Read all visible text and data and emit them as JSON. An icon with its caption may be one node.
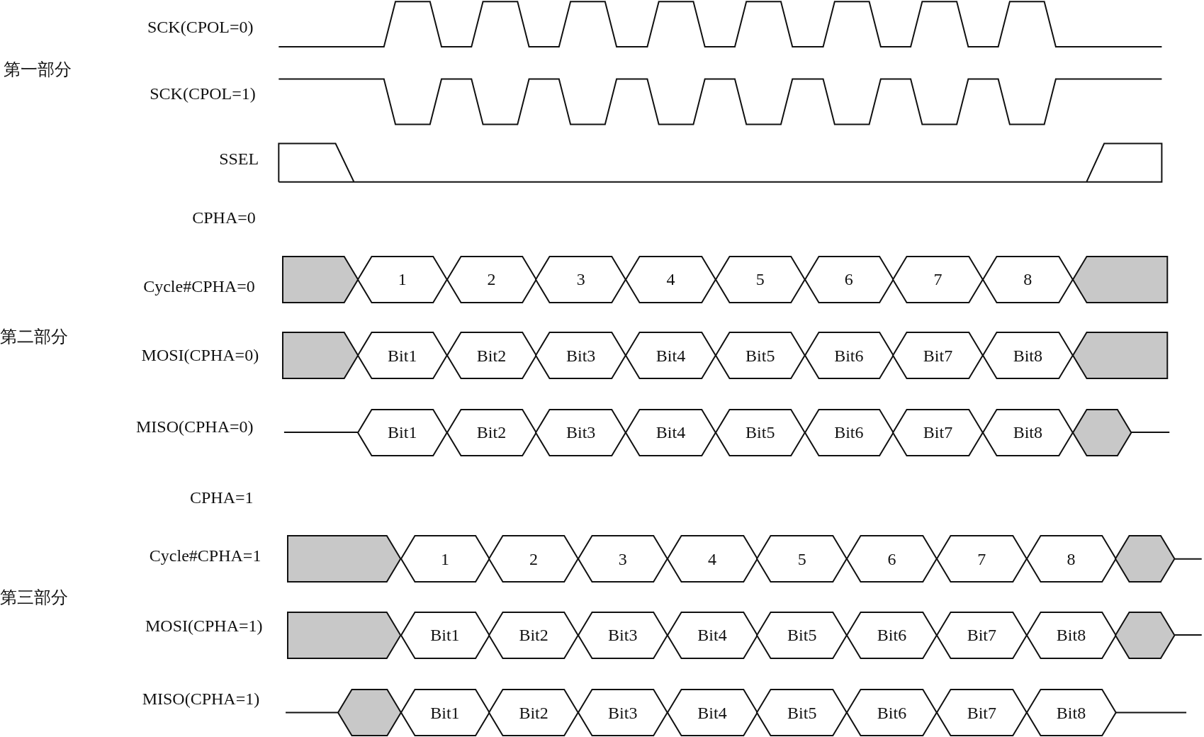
{
  "diagram": {
    "nodes": [
      {
        "text": [],
        "shape": "pentagon"
      },
      {
        "text": [
          "1"
        ]
      },
      {
        "text": [
          "2"
        ]
      },
      {
        "text": [
          "3"
        ]
      },
      {
        "text": [
          "4"
        ]
      },
      {
        "text": [
          "5"
        ]
      },
      {
        "text": [
          "6"
        ]
      },
      {
        "text": [
          "7"
        ]
      },
      {
        "text": [
          "8"
        ]
      },
      {
        "text": [],
        "shape": "pentagon"
      },
      {
        "text": [],
        "shape": "pentagon"
      },
      {
        "text": [
          "Bit1"
        ]
      },
      {
        "text": [
          "Bit2"
        ]
      },
      {
        "text": [
          "Bit3"
        ]
      },
      {
        "text": [
          "Bit4"
        ]
      },
      {
        "text": [
          "Bit5"
        ]
      },
      {
        "text": [
          "Bit6"
        ]
      },
      {
        "text": [
          "Bit7"
        ]
      },
      {
        "text": [
          "Bit8"
        ]
      },
      {
        "text": [],
        "shape": "pentagon"
      },
      {
        "text": [
          "Bit1"
        ]
      },
      {
        "text": [
          "Bit2"
        ]
      },
      {
        "text": [
          "Bit3"
        ]
      },
      {
        "text": [
          "Bit4"
        ]
      },
      {
        "text": [
          "Bit5"
        ]
      },
      {
        "text": [
          "Bit6"
        ]
      },
      {
        "text": [
          "Bit7"
        ]
      },
      {
        "text": [
          "Bit8"
        ]
      },
      {
        "text": [],
        "shape": "hexagon"
      },
      {
        "text": [],
        "shape": "pentagon"
      },
      {
        "text": [
          "1"
        ]
      },
      {
        "text": [
          "2"
        ]
      },
      {
        "text": [
          "3"
        ]
      },
      {
        "text": [
          "4"
        ]
      },
      {
        "text": [
          "5"
        ]
      },
      {
        "text": [
          "6"
        ]
      },
      {
        "text": [
          "7"
        ]
      },
      {
        "text": [
          "8"
        ]
      },
      {
        "text": [],
        "shape": "hexagon"
      },
      {
        "text": [],
        "shape": "pentagon"
      },
      {
        "text": [
          "Bit1"
        ]
      },
      {
        "text": [
          "Bit2"
        ]
      },
      {
        "text": [
          "Bit3"
        ]
      },
      {
        "text": [
          "Bit4"
        ]
      },
      {
        "text": [
          "Bit5"
        ]
      },
      {
        "text": [
          "Bit6"
        ]
      },
      {
        "text": [
          "Bit7"
        ]
      },
      {
        "text": [
          "Bit8"
        ]
      },
      {
        "text": [],
        "shape": "hexagon"
      },
      {
        "text": [],
        "shape": "hexagon"
      },
      {
        "text": [
          "Bit1"
        ]
      },
      {
        "text": [
          "Bit2"
        ]
      },
      {
        "text": [
          "Bit3"
        ]
      },
      {
        "text": [
          "Bit4"
        ]
      },
      {
        "text": [
          "Bit5"
        ]
      },
      {
        "text": [
          "Bit6"
        ]
      },
      {
        "text": [
          "Bit7"
        ]
      },
      {
        "text": [
          "Bit8"
        ]
      }
    ],
    "labels": [
      "SCK(CPOL=0)",
      "第一部分",
      "SCK(CPOL=1)",
      "SSEL",
      "CPHA=0",
      "Cycle#CPHA=0",
      "第二部分",
      "MOSI(CPHA=0)",
      "MISO(CPHA=0)",
      "CPHA=1",
      "Cycle#CPHA=1",
      "第三部分",
      "MOSI(CPHA=1)",
      "MISO(CPHA=1)"
    ]
  }
}
